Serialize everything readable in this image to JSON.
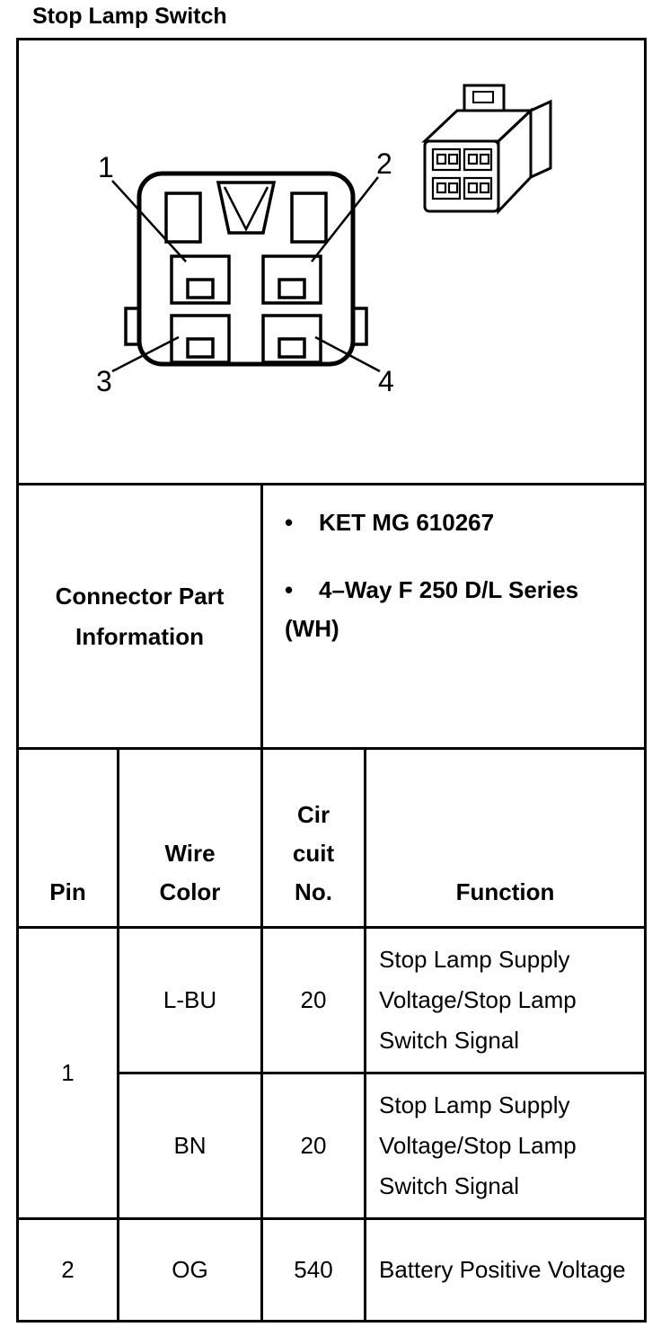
{
  "page": {
    "title": "Stop Lamp Switch"
  },
  "diagram": {
    "pin_labels": [
      "1",
      "2",
      "3",
      "4"
    ]
  },
  "connector_info": {
    "label": "Connector Part\nInformation",
    "bullets": [
      "KET MG 610267",
      "4–Way F 250 D/L Series (WH)"
    ]
  },
  "pin_table": {
    "headers": {
      "pin": "Pin",
      "wire_color": "Wire\nColor",
      "circuit_no": "Cir\ncuit\nNo.",
      "function": "Function"
    },
    "pins": [
      {
        "pin": "1",
        "entries": [
          {
            "wire_color": "L-BU",
            "circuit_no": "20",
            "function": "Stop Lamp Supply Voltage/Stop Lamp Switch Signal"
          },
          {
            "wire_color": "BN",
            "circuit_no": "20",
            "function": "Stop Lamp Supply Voltage/Stop Lamp Switch Signal"
          }
        ]
      },
      {
        "pin": "2",
        "entries": [
          {
            "wire_color": "OG",
            "circuit_no": "540",
            "function": "Battery Positive Voltage"
          }
        ]
      }
    ]
  }
}
